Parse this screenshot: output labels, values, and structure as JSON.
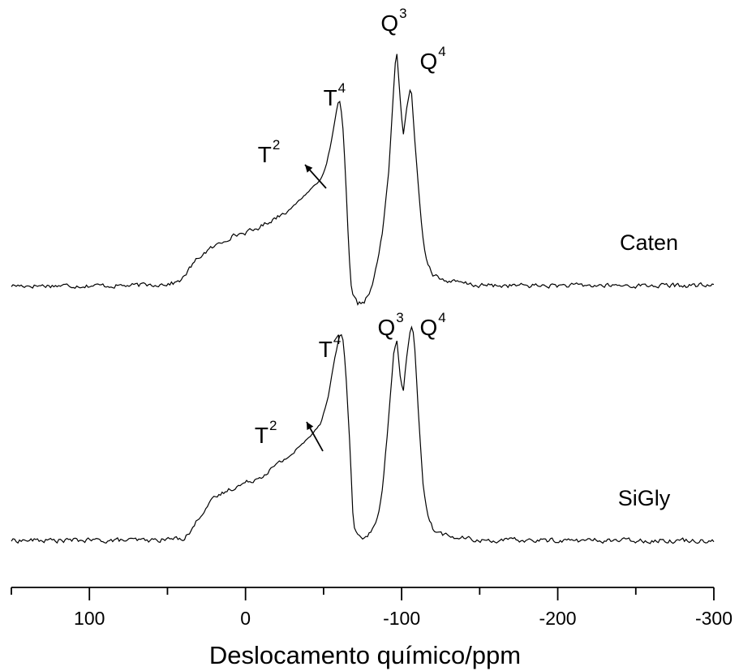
{
  "chart_data": {
    "type": "line",
    "xlabel": "Deslocamento químico/ppm",
    "xlim": [
      150,
      -300
    ],
    "x_ticks": [
      100,
      0,
      -100,
      -200,
      -300
    ],
    "x_tick_labels": [
      "100",
      "0",
      "-100",
      "-200",
      "-300"
    ],
    "series": [
      {
        "name": "Caten",
        "baseline_level": 0.0,
        "noise": 0.06,
        "points": [
          [
            150,
            0
          ],
          [
            70,
            0
          ],
          [
            45,
            0.04
          ],
          [
            40,
            0.12
          ],
          [
            35,
            0.3
          ],
          [
            30,
            0.45
          ],
          [
            25,
            0.55
          ],
          [
            20,
            0.62
          ],
          [
            15,
            0.7
          ],
          [
            10,
            0.78
          ],
          [
            5,
            0.82
          ],
          [
            0,
            0.85
          ],
          [
            -5,
            0.88
          ],
          [
            -10,
            0.95
          ],
          [
            -20,
            1.1
          ],
          [
            -30,
            1.25
          ],
          [
            -40,
            1.5
          ],
          [
            -48,
            1.7
          ],
          [
            -52,
            1.95
          ],
          [
            -55,
            2.3
          ],
          [
            -58,
            2.75
          ],
          [
            -60,
            3.0
          ],
          [
            -62,
            2.7
          ],
          [
            -64,
            1.8
          ],
          [
            -66,
            0.6
          ],
          [
            -68,
            -0.15
          ],
          [
            -72,
            -0.3
          ],
          [
            -76,
            -0.25
          ],
          [
            -80,
            -0.1
          ],
          [
            -84,
            0.3
          ],
          [
            -88,
            0.9
          ],
          [
            -92,
            1.9
          ],
          [
            -94,
            2.8
          ],
          [
            -96,
            3.6
          ],
          [
            -97,
            3.7
          ],
          [
            -99,
            3.0
          ],
          [
            -101,
            2.4
          ],
          [
            -103,
            2.8
          ],
          [
            -106,
            3.2
          ],
          [
            -110,
            1.8
          ],
          [
            -113,
            0.9
          ],
          [
            -116,
            0.4
          ],
          [
            -120,
            0.2
          ],
          [
            -125,
            0.1
          ],
          [
            -135,
            0.05
          ],
          [
            -150,
            0
          ],
          [
            -300,
            0
          ]
        ]
      },
      {
        "name": "SiGly",
        "baseline_level": 0.0,
        "noise": 0.05,
        "points": [
          [
            150,
            0
          ],
          [
            60,
            0
          ],
          [
            40,
            0.03
          ],
          [
            35,
            0.12
          ],
          [
            30,
            0.3
          ],
          [
            25,
            0.45
          ],
          [
            20,
            0.55
          ],
          [
            15,
            0.62
          ],
          [
            10,
            0.68
          ],
          [
            5,
            0.72
          ],
          [
            0,
            0.76
          ],
          [
            -10,
            0.85
          ],
          [
            -20,
            1.0
          ],
          [
            -30,
            1.15
          ],
          [
            -40,
            1.35
          ],
          [
            -48,
            1.55
          ],
          [
            -53,
            1.9
          ],
          [
            -57,
            2.4
          ],
          [
            -60,
            2.7
          ],
          [
            -62,
            2.75
          ],
          [
            -64,
            2.3
          ],
          [
            -67,
            1.2
          ],
          [
            -69,
            0.25
          ],
          [
            -72,
            0.05
          ],
          [
            -76,
            0.02
          ],
          [
            -80,
            0.1
          ],
          [
            -85,
            0.3
          ],
          [
            -88,
            0.7
          ],
          [
            -92,
            1.7
          ],
          [
            -95,
            2.5
          ],
          [
            -97,
            2.65
          ],
          [
            -99,
            2.2
          ],
          [
            -101,
            1.95
          ],
          [
            -103,
            2.4
          ],
          [
            -106,
            2.85
          ],
          [
            -108,
            2.7
          ],
          [
            -111,
            1.6
          ],
          [
            -114,
            0.7
          ],
          [
            -117,
            0.3
          ],
          [
            -120,
            0.15
          ],
          [
            -130,
            0.05
          ],
          [
            -150,
            0
          ],
          [
            -300,
            0
          ]
        ]
      }
    ],
    "annotations": [
      {
        "series": "Caten",
        "base": "T",
        "sup": "4",
        "ppm": -57
      },
      {
        "series": "Caten",
        "base": "T",
        "sup": "2",
        "ppm": -15
      },
      {
        "series": "Caten",
        "base": "Q",
        "sup": "3",
        "ppm": -95
      },
      {
        "series": "Caten",
        "base": "Q",
        "sup": "4",
        "ppm": -120
      },
      {
        "series": "SiGly",
        "base": "T",
        "sup": "4",
        "ppm": -54
      },
      {
        "series": "SiGly",
        "base": "T",
        "sup": "2",
        "ppm": -13
      },
      {
        "series": "SiGly",
        "base": "Q",
        "sup": "3",
        "ppm": -93
      },
      {
        "series": "SiGly",
        "base": "Q",
        "sup": "4",
        "ppm": -120
      }
    ],
    "legend": "curve labels at right"
  }
}
